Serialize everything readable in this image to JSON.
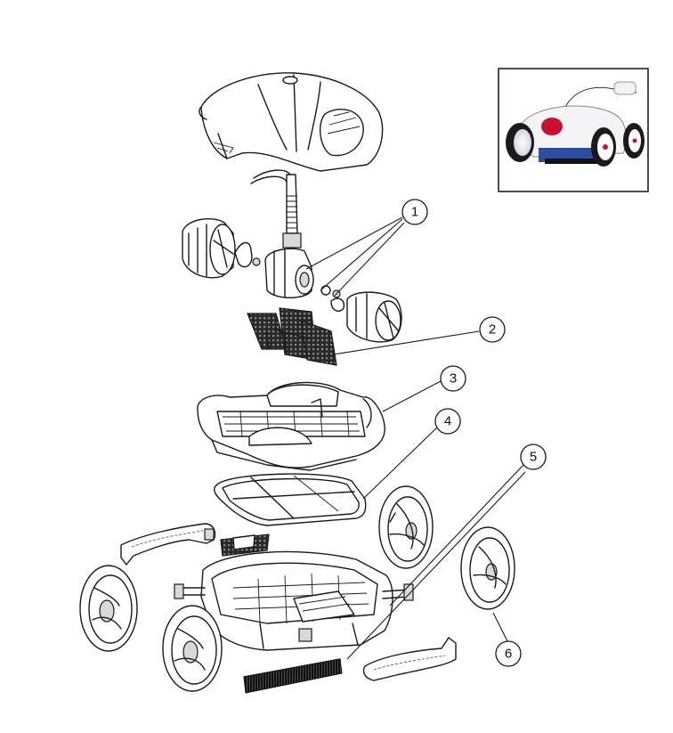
{
  "callouts": [
    {
      "number": "1",
      "part": "motor-assembly"
    },
    {
      "number": "2",
      "part": "filter-bag"
    },
    {
      "number": "3",
      "part": "top-frame"
    },
    {
      "number": "4",
      "part": "filter-grid"
    },
    {
      "number": "5",
      "part": "brush-strip"
    },
    {
      "number": "6",
      "part": "wheel"
    }
  ],
  "colors": {
    "line": "#1a1a1a",
    "background": "#ffffff",
    "photo_red": "#c8102e",
    "photo_blue": "#2a4fa0"
  }
}
